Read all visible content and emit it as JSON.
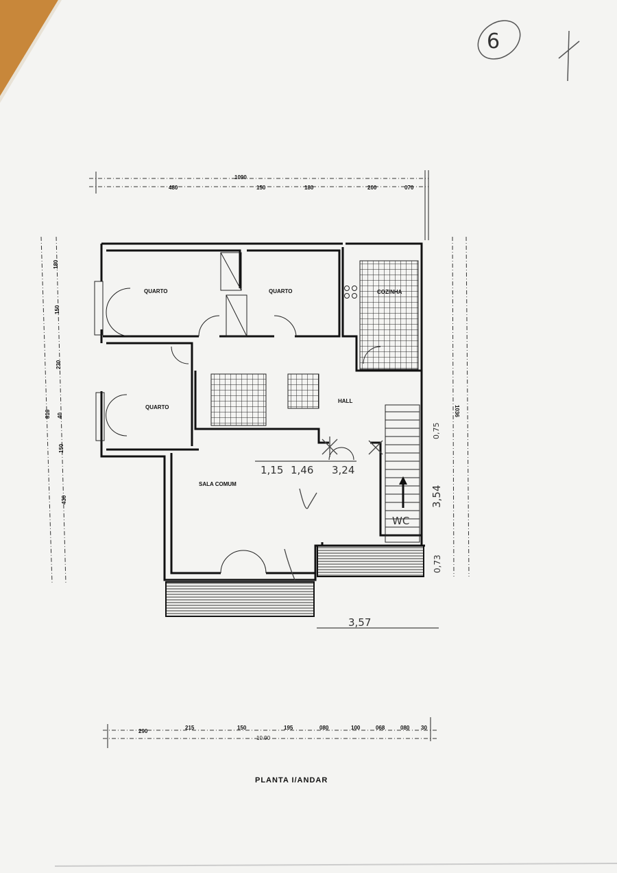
{
  "page_mark": {
    "handwritten_number": "6"
  },
  "title": "PLANTA I/ANDAR",
  "rooms": {
    "bedroom_1": "QUARTO",
    "bedroom_2": "QUARTO",
    "bedroom_3": "QUARTO",
    "kitchen": "COZINHA",
    "hall": "HALL",
    "living": "SALA COMUM",
    "wc": "WC"
  },
  "dimensions_top": {
    "total": "1090",
    "segments": [
      "480",
      "150",
      "180",
      "200",
      "070"
    ]
  },
  "dimensions_bottom": {
    "total": "10.90",
    "segments": [
      "290",
      "215",
      "150",
      "195",
      "080",
      "100",
      "068",
      "080",
      "30"
    ]
  },
  "dimensions_left": {
    "total": "816",
    "segments": [
      "180",
      "150",
      "230",
      "40",
      "150",
      "430"
    ]
  },
  "dimensions_right": {
    "total": "1036"
  },
  "handwritten": {
    "d1": "1,15",
    "d2": "1,46",
    "d3": "3,24",
    "d4": "0,75",
    "d5": "3,54",
    "d6": "0,73",
    "d7": "3,57"
  },
  "colors": {
    "paper": "#f4f4f2",
    "ink": "#111111",
    "corner": "#c8873a"
  }
}
